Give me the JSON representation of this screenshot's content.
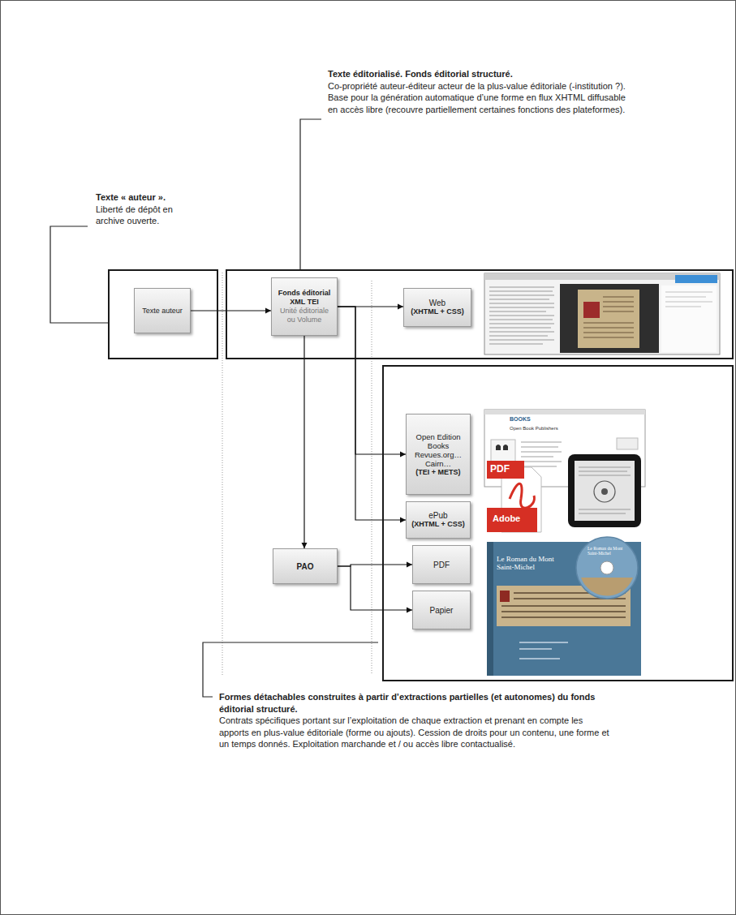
{
  "diagram": {
    "nodes": [
      {
        "text": []
      },
      {
        "text": [
          "Texte auteur"
        ],
        "in": 0
      },
      {
        "text": []
      },
      {
        "text": [
          "Fonds éditorial XML TEI",
          "Unité éditoriale ou Volume"
        ],
        "in": 2
      },
      {
        "text": [
          "Web",
          "(XHTML + CSS)"
        ],
        "in": 2
      },
      {
        "text": []
      },
      {
        "text": [
          "Open Edition Books Revues.org… Cairn…",
          "(TEI + METS)"
        ],
        "in": 5
      },
      {
        "text": [
          "ePub",
          "(XHTML + CSS)"
        ],
        "in": 5
      },
      {
        "text": [
          "PDF"
        ],
        "in": 5
      },
      {
        "text": [
          "Papier"
        ],
        "in": 5
      },
      {
        "text": [
          "PAO"
        ]
      }
    ],
    "edges": [
      {
        "from": 1,
        "to": 3,
        "arrow": "to"
      },
      {
        "from": 3,
        "to": 4,
        "arrow": "to"
      },
      {
        "from": 3,
        "to": 6,
        "arrow": "to"
      },
      {
        "from": 3,
        "to": 7,
        "arrow": "to"
      },
      {
        "from": 3,
        "to": 10,
        "arrow": "to"
      },
      {
        "from": 10,
        "to": 8,
        "arrow": "to"
      },
      {
        "from": 10,
        "to": 9,
        "arrow": "to"
      }
    ],
    "labels": [
      "Texte « auteur ».",
      "Liberté de dépôt en archive ouverte.",
      "Texte éditorialisé. Fonds éditorial structuré.",
      "Co-propriété auteur-éditeur acteur de la plus-value éditoriale (-institution ?). Base pour la génération automatique d’une forme en flux XHTML diffusable en accès libre (recouvre partiellement certaines fonctions des plateformes).",
      "Formes détachables construites à partir d’extractions partielles (et autonomes) du fonds éditorial structuré.",
      "Contrats spécifiques portant sur l’exploitation de chaque extraction et prenant en compte les apports en plus-value éditoriale (forme ou ajouts). Cession de droits pour un contenu, une forme et un temps donnés. Exploitation marchande et / ou accès libre contactualisé.",
      "BOOKS",
      "Open Book Publishers",
      "PDF",
      "Adobe",
      "Le Roman du Mont Saint-Michel",
      "Le Roman du Mont Saint-Michel"
    ]
  }
}
